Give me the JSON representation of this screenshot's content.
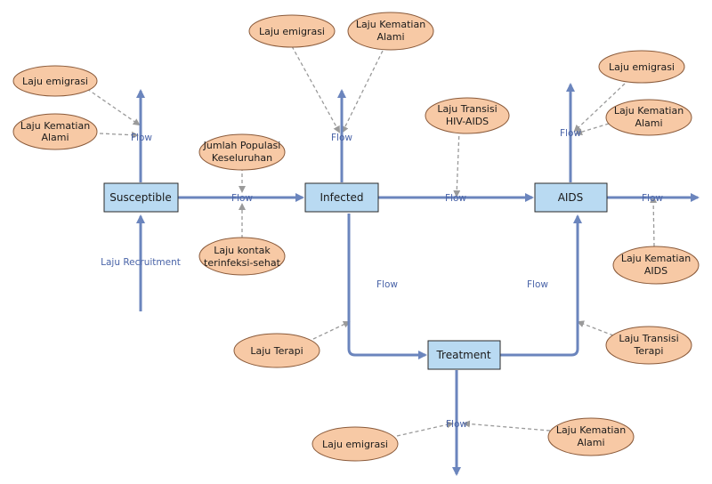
{
  "colors": {
    "flow": "#6b85bd",
    "stock_fill": "#b9daf2",
    "stock_stroke": "#2a2a2a",
    "aux_fill": "#f7c9a5",
    "aux_stroke": "#8a5a3a",
    "link": "#9a9a9a",
    "flow_label": "#4a64a8"
  },
  "stocks": {
    "susceptible": "Susceptible",
    "infected": "Infected",
    "aids": "AIDS",
    "treatment": "Treatment"
  },
  "flows": {
    "susceptible_out": "Flow",
    "recruitment": "Laju Recruitment",
    "susceptible_to_infected": "Flow",
    "infected_out": "Flow",
    "infected_to_aids": "Flow",
    "aids_out_up": "Flow",
    "aids_out_right": "Flow",
    "infected_to_treatment": "Flow",
    "treatment_to_aids": "Flow",
    "treatment_out": "Flow"
  },
  "auxiliaries": {
    "s_emigrasi": "Laju emigrasi",
    "s_kematian": [
      "Laju Kematian",
      "Alami"
    ],
    "populasi": [
      "Jumlah Populasi",
      "Keseluruhan"
    ],
    "kontak": [
      "Laju kontak",
      "terinfeksi-sehat"
    ],
    "i_emigrasi": "Laju emigrasi",
    "i_kematian": [
      "Laju Kematian",
      "Alami"
    ],
    "transisi_hiv": [
      "Laju Transisi",
      "HIV-AIDS"
    ],
    "a_emigrasi": "Laju emigrasi",
    "a_kematian": [
      "Laju Kematian",
      "Alami"
    ],
    "kematian_aids": [
      "Laju Kematian",
      "AIDS"
    ],
    "terapi": "Laju Terapi",
    "transisi_terapi": [
      "Laju Transisi",
      "Terapi"
    ],
    "t_emigrasi": "Laju emigrasi",
    "t_kematian": [
      "Laju Kematian",
      "Alami"
    ]
  }
}
